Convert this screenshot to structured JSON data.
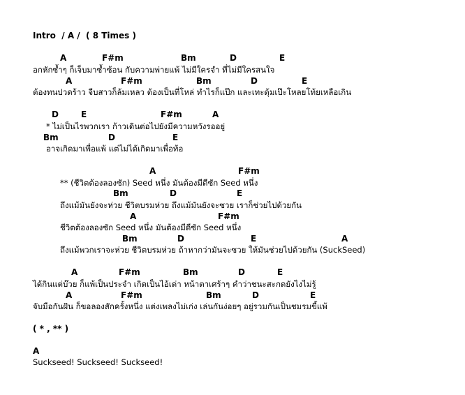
{
  "intro": "Intro  / A /  ( 8 Times )",
  "verse1": {
    "chords1": [
      "A",
      "F#m",
      "Bm",
      "D",
      "E"
    ],
    "lyric1": "อกหักซ้ำๆ ก็เจ็บมาซ้ำซ้อน กับความพ่ายแพ้ ไม่มีใครจำ ที่ไม่มีใครสนใจ",
    "chords2": [
      "A",
      "F#m",
      "Bm",
      "D",
      "E"
    ],
    "lyric2": "ต้องทนปวดร้าว จีบสาวก็ล้มเหลว ต้องเป็นที่โหล่ ทำไรก็แป๊ก และเทะดุ้มเป๊ะโหลยโท้ยเหลือเกิน"
  },
  "pre": {
    "chords1": [
      "D",
      "E",
      "F#m",
      "A"
    ],
    "lyric1": "* ไม่เป็นไรพวกเรา ก้าวเดินต่อไปยังมีความหวังรออยู่",
    "chords2": [
      "Bm",
      "D",
      "E"
    ],
    "lyric2": "อาจเกิดมาเพื่อแพ้ แต่ไม่ได้เกิดมาเพื่อท้อ"
  },
  "chorus": {
    "chords1": [
      "A",
      "F#m"
    ],
    "lyric1": "** (ชีวิตต้องลองซัก) Seed หนึ่ง มันต้องมีดีซัก Seed หนึ่ง",
    "chords2": [
      "Bm",
      "D",
      "E"
    ],
    "lyric2": "ถึงแม้มันยังจะห่วย ชีวิตบรมห่วย ถึงแม้มันยังจะซวย เราก็ช่วยไปด้วยกัน",
    "chords3": [
      "A",
      "F#m"
    ],
    "lyric3": "ชีวิตต้องลองซัก Seed หนึ่ง มันต้องมีดีซัก Seed หนึ่ง",
    "chords4": [
      "Bm",
      "D",
      "E",
      "A"
    ],
    "lyric4": "ถึงแม้พวกเราจะห่วย ชีวิตบรมห่วย ถ้าหากว่ามันจะซวย ให้มันช่วยไปด้วยกัน (SuckSeed)"
  },
  "verse2": {
    "chords1": [
      "A",
      "F#m",
      "Bm",
      "D",
      "E"
    ],
    "lyric1": "ได้กินแต่บ๊วย ก็แพ้เป็นประจำ เกิดเป็นไอ้เด่า หน้าตาเศร้าๆ คำว่าชนะสะกดยังไงไม่รู้",
    "chords2": [
      "A",
      "F#m",
      "Bm",
      "D",
      "E"
    ],
    "lyric2": "จับมือกันฝัน ก็ขอลองสักครั้งหนึ่ง แต่งเพลงไม่เก่ง เล่นกันง่อยๆ อยู่รวมกันเป็นชมรมขี้แพ้"
  },
  "repeat": "( * , ** )",
  "outro": {
    "chord": "A",
    "lyric": "Suckseed! Suckseed! Suckseed!"
  }
}
